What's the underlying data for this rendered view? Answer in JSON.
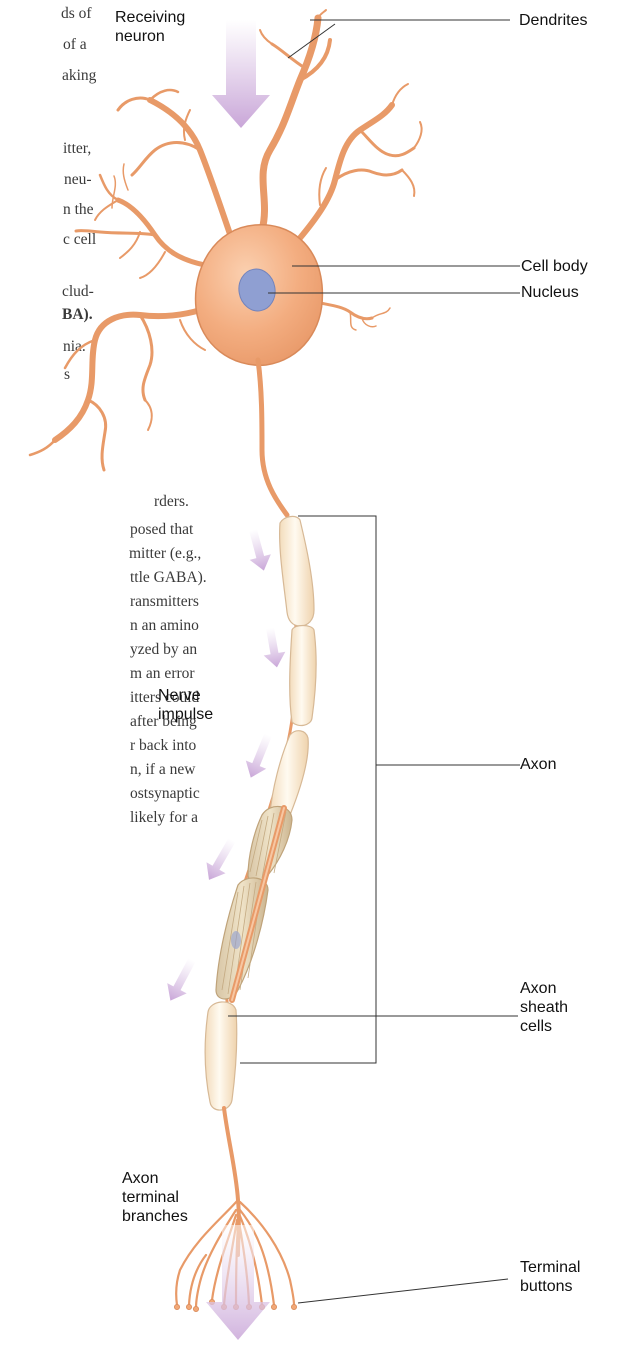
{
  "text_fragments": {
    "l1": "ds of",
    "l2": "of a",
    "l3": "aking",
    "l4": "itter,",
    "l5": "neu-",
    "l6": "n the",
    "l7": "c cell",
    "l8": "clud-",
    "l9": "BA).",
    "l10": "nia.",
    "l11": "s",
    "l12": "rders.",
    "l13": "posed that",
    "l14": "mitter (e.g.,",
    "l15": "ttle GABA).",
    "l16": "ransmitters",
    "l17": "n an amino",
    "l18": "yzed by an",
    "l19": "m an error",
    "l20": "itters could",
    "l21": "after being",
    "l22": "r back into",
    "l23": "n, if a new",
    "l24": "ostsynaptic",
    "l25": "likely for a"
  },
  "figure": {
    "receiving_neuron": "Receiving\nneuron",
    "dendrites": "Dendrites",
    "cell_body": "Cell body",
    "nucleus": "Nucleus",
    "nerve_impulse": "Nerve\nimpulse",
    "axon": "Axon",
    "axon_sheath_cells": "Axon\nsheath\ncells",
    "axon_terminal_branches": "Axon\nterminal\nbranches",
    "terminal_buttons": "Terminal\nbuttons"
  },
  "colors": {
    "neuron": "#f2a877",
    "neuron_outline": "#d98a5a",
    "nucleus": "#8f9fd2",
    "sheath": "#fcefd9",
    "arrow": "#c9a6d8",
    "leader_line": "#333333"
  }
}
